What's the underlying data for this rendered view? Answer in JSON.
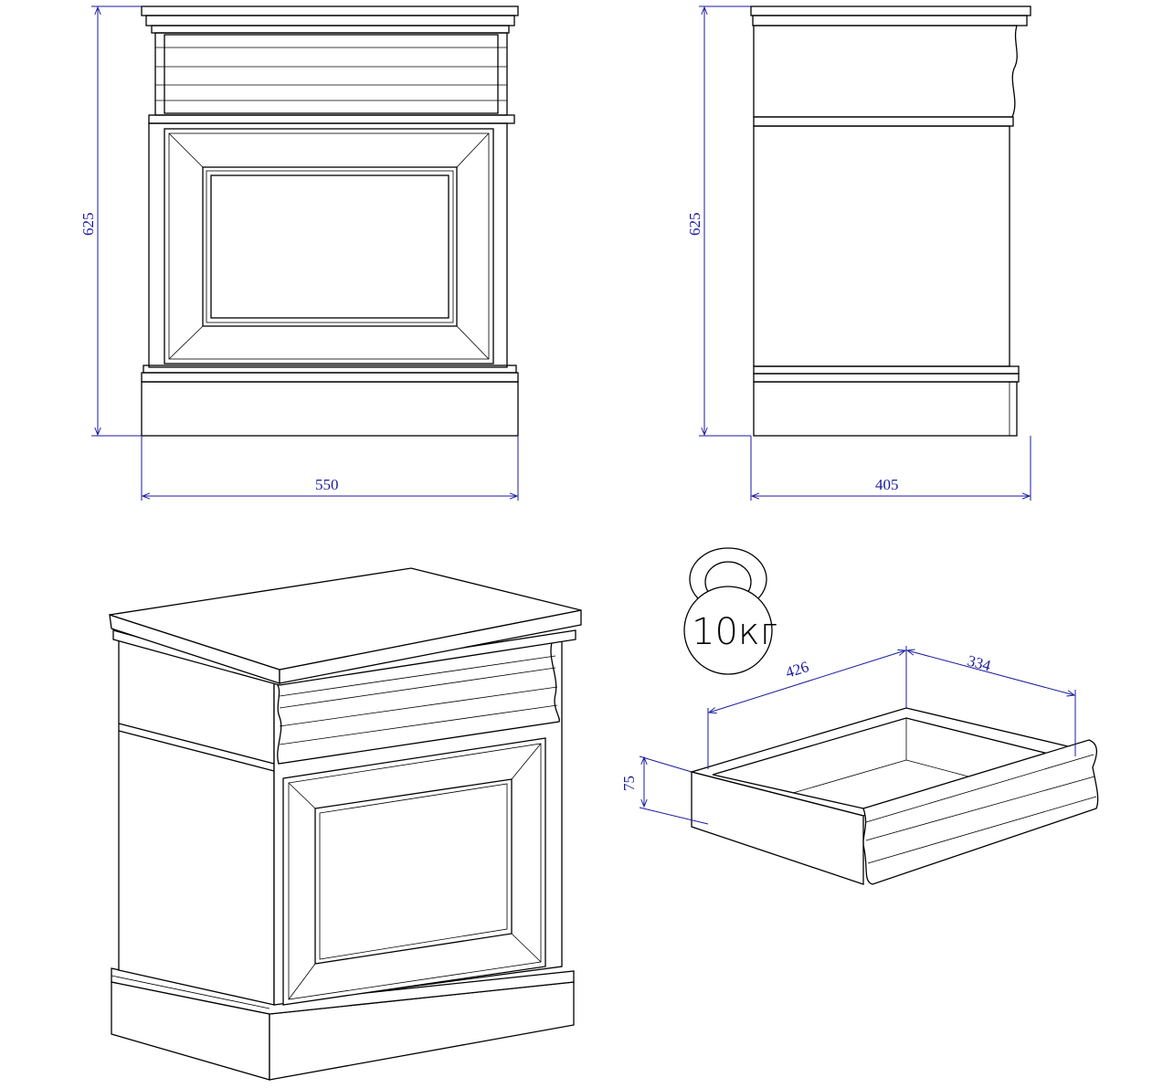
{
  "front_view": {
    "height_label": "625",
    "width_label": "550"
  },
  "side_view": {
    "height_label": "625",
    "depth_label": "405"
  },
  "drawer": {
    "width_label": "426",
    "depth_label": "334",
    "height_label": "75"
  },
  "load_badge": {
    "label": "10кг"
  },
  "colors": {
    "dimension": "#1a1aa0",
    "line": "#000000"
  }
}
